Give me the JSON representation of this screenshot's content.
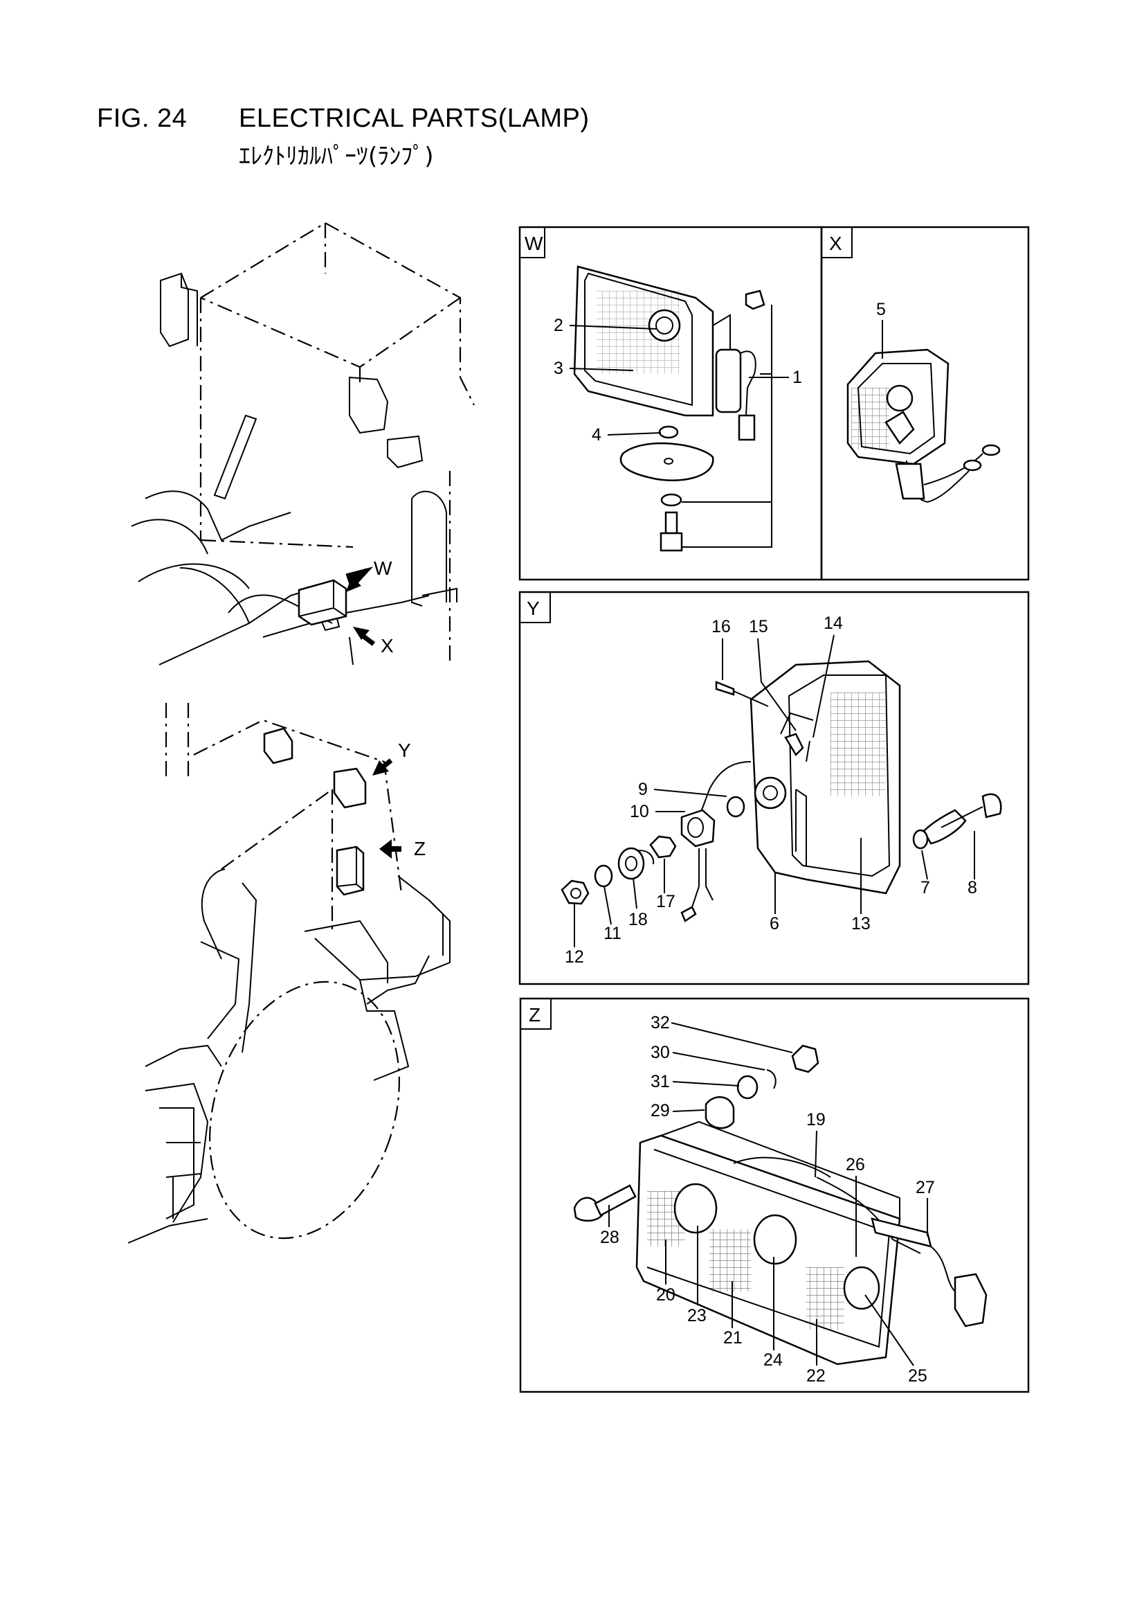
{
  "header": {
    "fig_number": "FIG. 24",
    "title": "ELECTRICAL PARTS(LAMP)",
    "subtitle": "ｴﾚｸﾄﾘｶﾙﾊﾟｰﾂ(ﾗﾝﾌﾟ)"
  },
  "overview": {
    "arrows": [
      "W",
      "X",
      "Y",
      "Z"
    ]
  },
  "panels": {
    "W": {
      "label": "W",
      "callouts": [
        "1",
        "2",
        "3",
        "4"
      ]
    },
    "X": {
      "label": "X",
      "callouts": [
        "5"
      ]
    },
    "Y": {
      "label": "Y",
      "callouts": [
        "16",
        "15",
        "14",
        "9",
        "10",
        "7",
        "8",
        "17",
        "18",
        "11",
        "12",
        "6",
        "13"
      ]
    },
    "Z": {
      "label": "Z",
      "callouts": [
        "32",
        "30",
        "31",
        "29",
        "19",
        "26",
        "27",
        "28",
        "20",
        "23",
        "21",
        "24",
        "22",
        "25"
      ]
    }
  }
}
